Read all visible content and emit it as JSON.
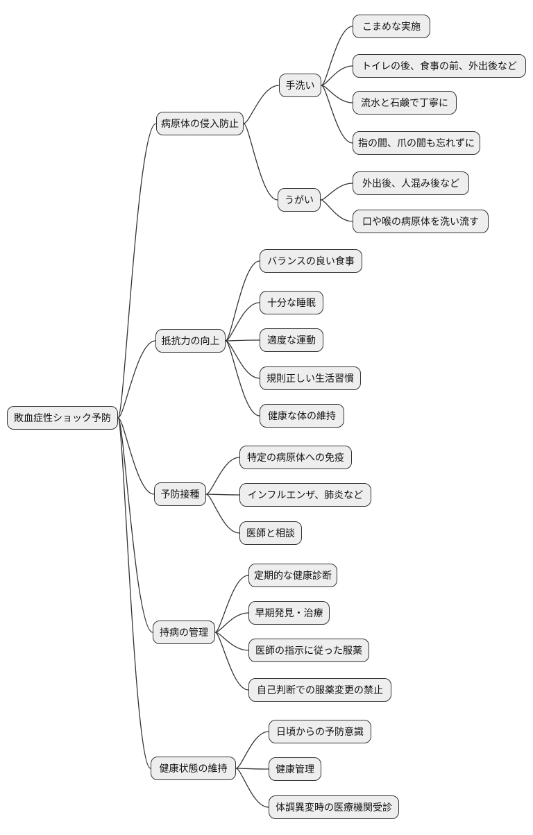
{
  "diagram": {
    "type": "mindmap",
    "colors": {
      "node_fill": "#eeeeee",
      "node_border": "#333333",
      "edge": "#333333",
      "text": "#111111",
      "background": "#ffffff"
    },
    "root": {
      "label": "敗血症性ショック予防"
    },
    "branches": [
      {
        "label": "病原体の侵入防止",
        "children": [
          {
            "label": "手洗い",
            "children": [
              {
                "label": "こまめな実施"
              },
              {
                "label": "トイレの後、食事の前、外出後など"
              },
              {
                "label": "流水と石鹸で丁寧に"
              },
              {
                "label": "指の間、爪の間も忘れずに"
              }
            ]
          },
          {
            "label": "うがい",
            "children": [
              {
                "label": "外出後、人混み後など"
              },
              {
                "label": "口や喉の病原体を洗い流す"
              }
            ]
          }
        ]
      },
      {
        "label": "抵抗力の向上",
        "children": [
          {
            "label": "バランスの良い食事"
          },
          {
            "label": "十分な睡眠"
          },
          {
            "label": "適度な運動"
          },
          {
            "label": "規則正しい生活習慣"
          },
          {
            "label": "健康な体の維持"
          }
        ]
      },
      {
        "label": "予防接種",
        "children": [
          {
            "label": "特定の病原体への免疫"
          },
          {
            "label": "インフルエンザ、肺炎など"
          },
          {
            "label": "医師と相談"
          }
        ]
      },
      {
        "label": "持病の管理",
        "children": [
          {
            "label": "定期的な健康診断"
          },
          {
            "label": "早期発見・治療"
          },
          {
            "label": "医師の指示に従った服薬"
          },
          {
            "label": "自己判断での服薬変更の禁止"
          }
        ]
      },
      {
        "label": "健康状態の維持",
        "children": [
          {
            "label": "日頃からの予防意識"
          },
          {
            "label": "健康管理"
          },
          {
            "label": "体調異変時の医療機関受診"
          }
        ]
      }
    ]
  }
}
